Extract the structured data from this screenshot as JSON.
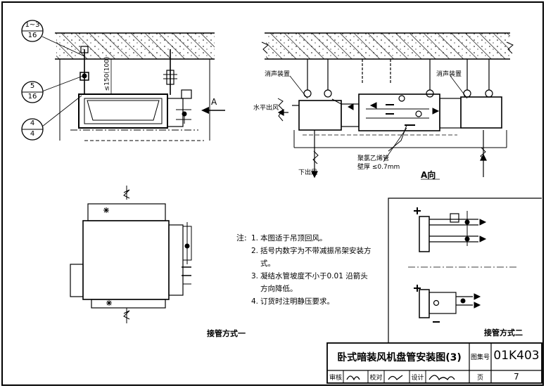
{
  "callouts": {
    "c1_top": "1~3",
    "c1_bottom": "16",
    "c2_top": "5",
    "c2_bottom": "16",
    "c3_top": "4",
    "c3_bottom": "4"
  },
  "dimension": "≤150(100)",
  "view_marker": "A",
  "view_title": "A向",
  "labels": {
    "silencer_left": "消声装置",
    "silencer_right": "消声装置",
    "horizontal_outlet": "水平出风",
    "down_outlet": "下出风",
    "pe_pipe": "聚氯乙烯管",
    "wall_thickness": "壁厚 ≤0.7mm"
  },
  "notes": {
    "prefix": "注:",
    "items": [
      {
        "num": "1.",
        "text": "本图适于吊顶回风。"
      },
      {
        "num": "2.",
        "text": "括号内数字为不带减振吊架安装方式。"
      },
      {
        "num": "3.",
        "text": "凝结水管坡度不小于0.01 沿箭头方向降低。"
      },
      {
        "num": "4.",
        "text": "订货时注明静压要求。"
      }
    ]
  },
  "captions": {
    "method1": "接管方式一",
    "method2": "接管方式二"
  },
  "title_block": {
    "title": "卧式暗装风机盘管安装图(3)",
    "atlas_label": "图集号",
    "atlas_no": "01K403",
    "review_label": "审核",
    "check_label": "校对",
    "design_label": "设计",
    "page_label": "页",
    "page_no": "7"
  }
}
